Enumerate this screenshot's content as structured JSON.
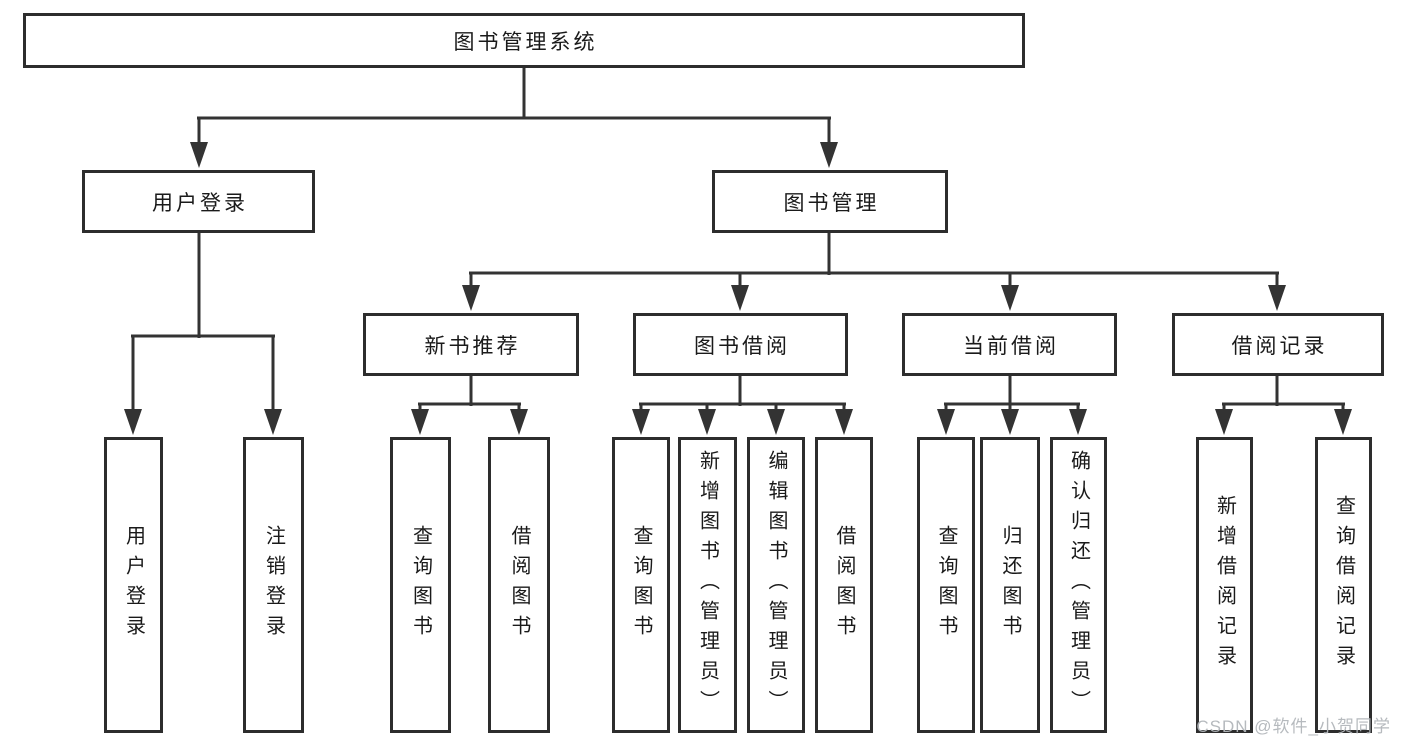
{
  "diagram": {
    "type": "hierarchy-tree",
    "tree": {
      "root": {
        "label": "图书管理系统",
        "children": [
          {
            "label": "用户登录",
            "children": [
              {
                "label": "用户登录"
              },
              {
                "label": "注销登录"
              }
            ]
          },
          {
            "label": "图书管理",
            "children": [
              {
                "label": "新书推荐",
                "children": [
                  {
                    "label": "查询图书"
                  },
                  {
                    "label": "借阅图书"
                  }
                ]
              },
              {
                "label": "图书借阅",
                "children": [
                  {
                    "label": "查询图书"
                  },
                  {
                    "label": "新增图书（管理员）"
                  },
                  {
                    "label": "编辑图书（管理员）"
                  },
                  {
                    "label": "借阅图书"
                  }
                ]
              },
              {
                "label": "当前借阅",
                "children": [
                  {
                    "label": "查询图书"
                  },
                  {
                    "label": "归还图书"
                  },
                  {
                    "label": "确认归还（管理员）"
                  }
                ]
              },
              {
                "label": "借阅记录",
                "children": [
                  {
                    "label": "新增借阅记录"
                  },
                  {
                    "label": "查询借阅记录"
                  }
                ]
              }
            ]
          }
        ]
      }
    },
    "colors": {
      "line": "#333333",
      "box_border": "#2d2d2d",
      "text": "#1a1a1a",
      "watermark": "#b2b6ba",
      "background": "#ffffff"
    }
  },
  "watermark": {
    "text": "CSDN @软件_小贺同学"
  }
}
